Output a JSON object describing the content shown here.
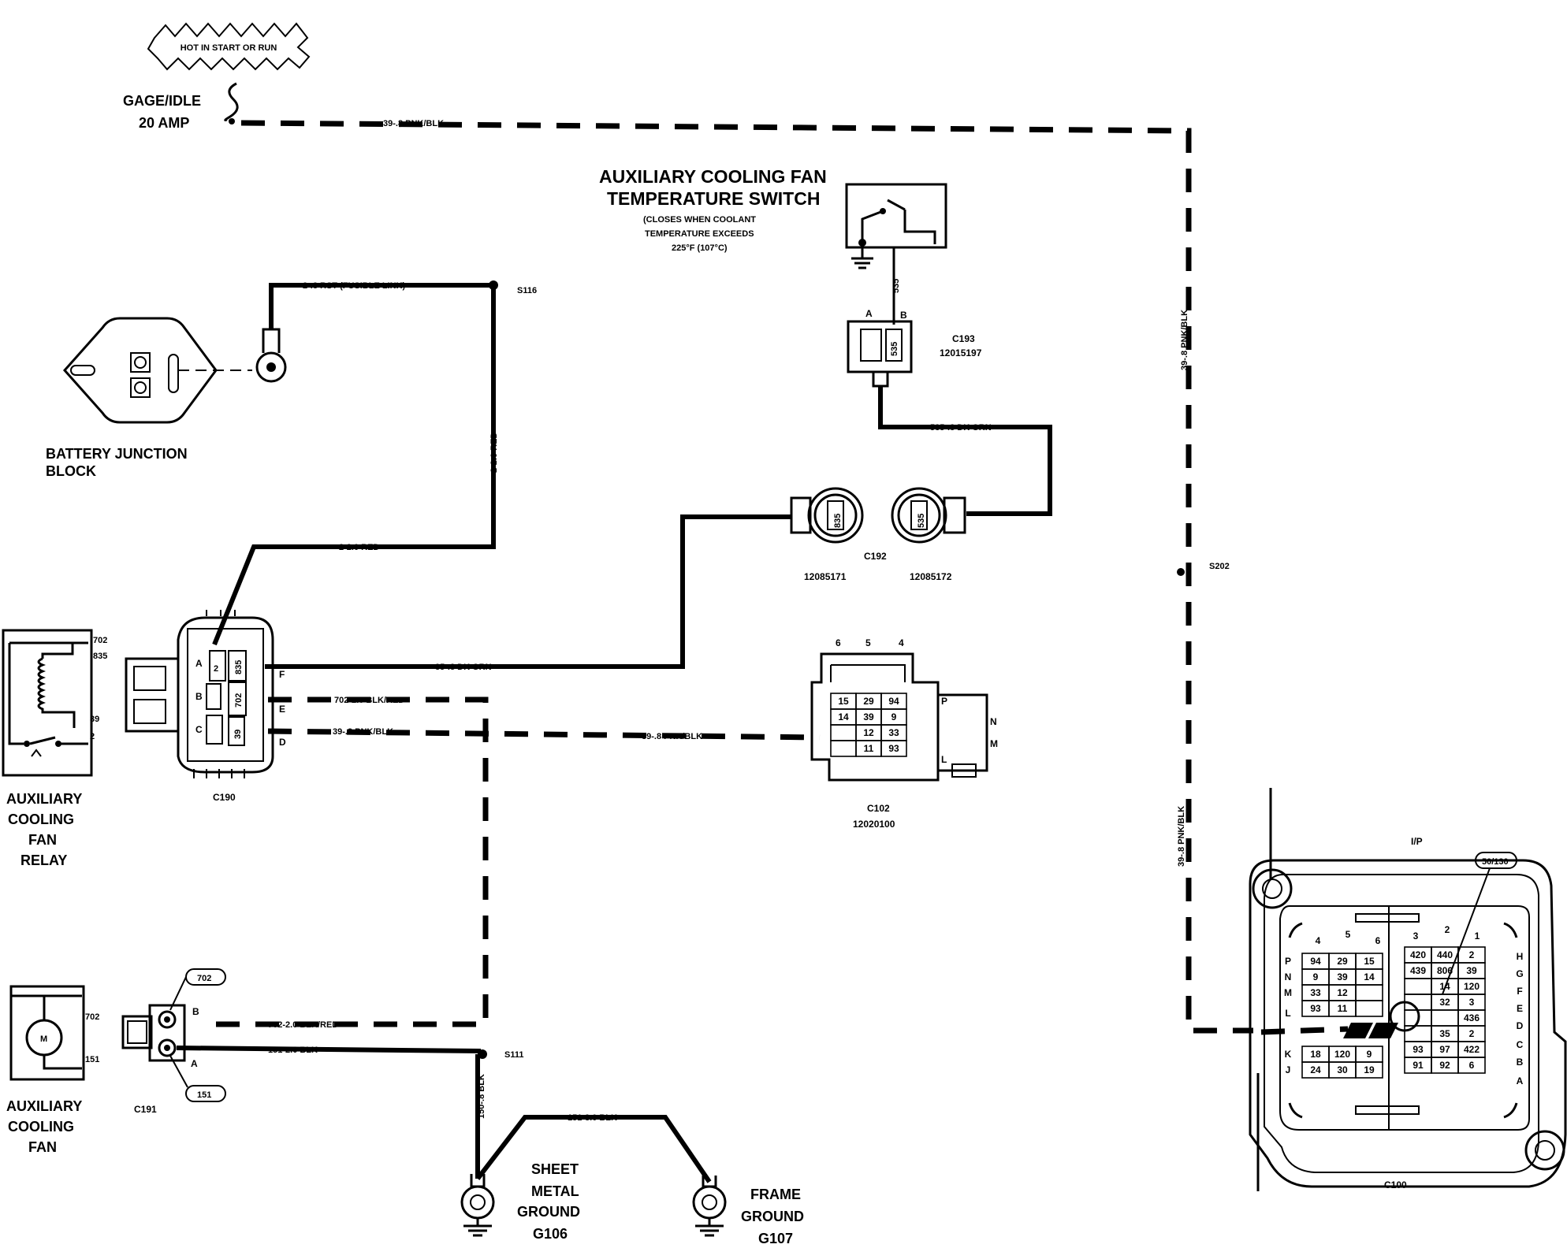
{
  "fuse": {
    "note": "HOT IN START OR RUN",
    "name_line1": "GAGE/IDLE",
    "name_line2": "20 AMP"
  },
  "wires": {
    "w_pnk_top": "39-.8 PNK/BLK",
    "w_pnk_vert": "39-.8 PNK/BLK",
    "w_pnk_vert2": "39-.8 PNK/BLK",
    "w_fusible": "2-.8 RST (FUSIBLE LINK)",
    "w_red_vert": "2-2.0 RED",
    "w_red_horiz": "2-2.0 RED",
    "w_dkgrn_535": "535-.8 DK GRN",
    "w_535_short": "535",
    "w_dkgrn_35": "35-.8 DK GRN",
    "w_blkred_702": "702-2.0 BLK/RED",
    "w_pnk_39a": "39-.8 PNK/BLK",
    "w_pnk_39b": "39-.8 PNK/BLK",
    "w_blkred_702b": "702-2.0 BLK/RED",
    "w_blk_151": "151-2.0 BLK",
    "w_blk_150": "150-.8 BLK",
    "w_blk_151b": "151-3.0 BLK"
  },
  "splices": {
    "s116": "S116",
    "s202": "S202",
    "s111": "S111"
  },
  "components": {
    "battery_block_l1": "BATTERY JUNCTION",
    "battery_block_l2": "BLOCK",
    "temp_switch_l1": "AUXILIARY COOLING FAN",
    "temp_switch_l2": "TEMPERATURE SWITCH",
    "temp_switch_n1": "(CLOSES WHEN COOLANT",
    "temp_switch_n2": "TEMPERATURE EXCEEDS",
    "temp_switch_n3": "225°F (107°C)",
    "relay_l1": "AUXILIARY",
    "relay_l2": "COOLING",
    "relay_l3": "FAN",
    "relay_l4": "RELAY",
    "fan_l1": "AUXILIARY",
    "fan_l2": "COOLING",
    "fan_l3": "FAN",
    "sheet_l1": "SHEET",
    "sheet_l2": "METAL",
    "sheet_l3": "GROUND",
    "sheet_l4": "G106",
    "frame_l1": "FRAME",
    "frame_l2": "GROUND",
    "frame_l3": "G107",
    "ip": "I/P"
  },
  "connectors": {
    "c193": "C193",
    "c193_pn": "12015197",
    "c193_a": "A",
    "c193_b": "B",
    "c193_pin": "535",
    "c192": "C192",
    "c192_pn_l": "12085171",
    "c192_pn_r": "12085172",
    "c192_pin_l": "835",
    "c192_pin_r": "535",
    "c190": "C190",
    "c190_pins": [
      "2",
      "835",
      "702",
      "39"
    ],
    "c190_letters": [
      "A",
      "B",
      "C",
      "F",
      "E",
      "D"
    ],
    "c191": "C191",
    "c191_b": "B",
    "c191_a": "A",
    "c191_tag_top": "702",
    "c191_tag_bot": "151",
    "c102": "C102",
    "c102_pn": "12020100",
    "c102_top": [
      "6",
      "5",
      "4"
    ],
    "c102_grid": [
      [
        "15",
        "29",
        "94"
      ],
      [
        "14",
        "39",
        "9"
      ],
      [
        "",
        "12",
        "33"
      ],
      [
        "",
        "11",
        "93"
      ]
    ],
    "c102_side": [
      "P",
      "N",
      "M",
      "L"
    ],
    "c100": "C100",
    "c100_tag": "50/130",
    "c100_left_cols": [
      "4",
      "5",
      "6"
    ],
    "c100_right_cols": [
      "3",
      "2",
      "1"
    ],
    "c100_left_rows": [
      "P",
      "N",
      "M",
      "L",
      "K",
      "J"
    ],
    "c100_right_rows": [
      "H",
      "G",
      "F",
      "E",
      "D",
      "C",
      "B",
      "A"
    ],
    "c100_left_grid": [
      [
        "94",
        "29",
        "15"
      ],
      [
        "9",
        "39",
        "14"
      ],
      [
        "33",
        "12",
        ""
      ],
      [
        "93",
        "11",
        ""
      ]
    ],
    "c100_left_grid2": [
      [
        "18",
        "120",
        "9"
      ],
      [
        "24",
        "30",
        "19"
      ]
    ],
    "c100_right_grid": [
      [
        "420",
        "440",
        "2"
      ],
      [
        "439",
        "806",
        "39"
      ],
      [
        "",
        "14",
        "120"
      ],
      [
        "",
        "32",
        "3"
      ],
      [
        "",
        "",
        "436"
      ],
      [
        "",
        "35",
        "2"
      ],
      [
        "93",
        "97",
        "422"
      ],
      [
        "91",
        "92",
        "6"
      ]
    ]
  },
  "relay_pins": {
    "p702": "702",
    "p835": "835",
    "p39": "39",
    "p2": "2"
  },
  "fan_pins": {
    "p702": "702",
    "p151": "151"
  },
  "motor_symbol": "M",
  "ground_wire_label": "151-3.0 BLK"
}
